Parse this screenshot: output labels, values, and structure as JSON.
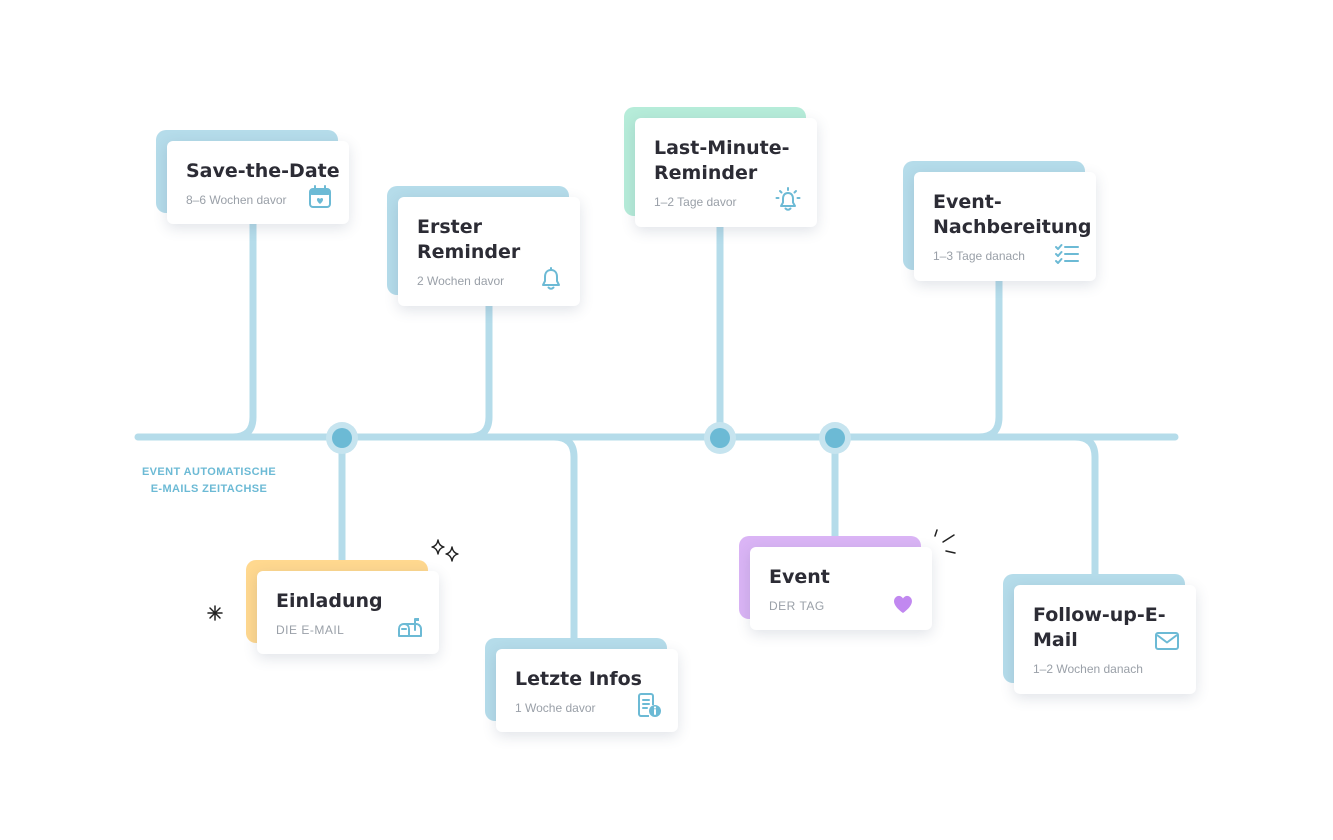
{
  "caption": {
    "line1": "EVENT AUTOMATISCHE",
    "line2": "E-MAILS ZEITACHSE"
  },
  "colors": {
    "line": "#b5dcea",
    "node": "#6cbad5",
    "blue_back": "#b5dcea",
    "mint_back": "#b6ecd9",
    "yellow_back": "#ffd88f",
    "purple_back": "#dab4f5",
    "icon_blue": "#6cbad5",
    "icon_purple": "#c188f0"
  },
  "cards": {
    "save_the_date": {
      "title": "Save-the-Date",
      "sub": "8–6 Wochen davor",
      "icon": "calendar-heart-icon"
    },
    "erster_reminder": {
      "title_line1": "Erster",
      "title_line2": "Reminder",
      "sub": "2 Wochen davor",
      "icon": "bell-icon"
    },
    "last_minute": {
      "title_line1": "Last-Minute-",
      "title_line2": "Reminder",
      "sub": "1–2 Tage davor",
      "icon": "alarm-bell-icon"
    },
    "nachbereitung": {
      "title_line1": "Event-",
      "title_line2": "Nachbereitung",
      "sub": "1–3 Tage danach",
      "icon": "checklist-icon"
    },
    "einladung": {
      "title": "Einladung",
      "sub": "DIE E-MAIL",
      "icon": "mailbox-icon"
    },
    "letzte_infos": {
      "title": "Letzte Infos",
      "sub": "1 Woche davor",
      "icon": "document-info-icon"
    },
    "event": {
      "title": "Event",
      "sub": "DER TAG",
      "icon": "heart-icon"
    },
    "follow_up": {
      "title_line1": "Follow-up-E-",
      "title_line2": "Mail",
      "sub": "1–2 Wochen danach",
      "icon": "envelope-icon"
    }
  }
}
